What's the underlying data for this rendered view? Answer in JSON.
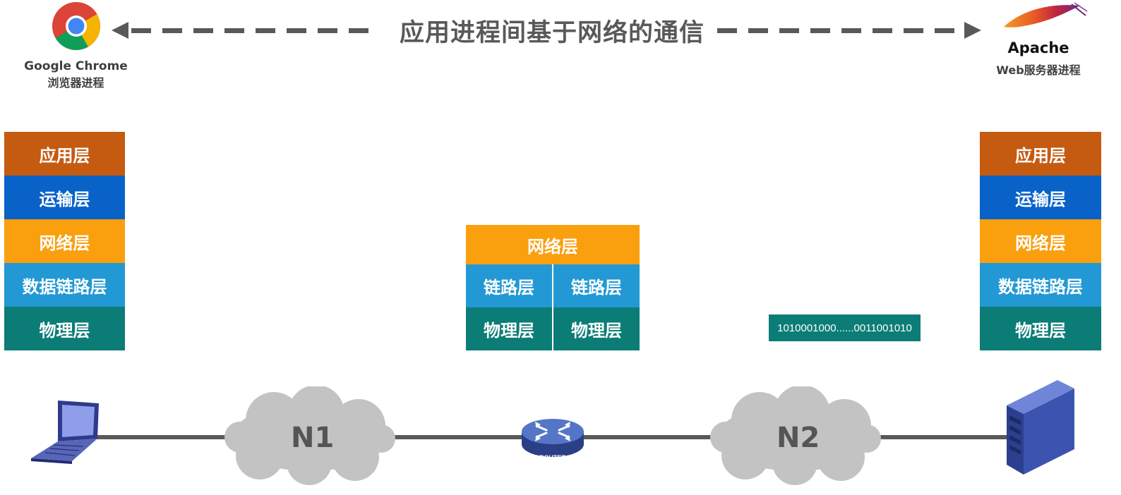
{
  "title": "应用进程间基于网络的通信",
  "client": {
    "name": "Google Chrome",
    "subtitle": "浏览器进程",
    "stack": [
      "应用层",
      "运输层",
      "网络层",
      "数据链路层",
      "物理层"
    ]
  },
  "server": {
    "name": "Apache",
    "subtitle": "Web服务器进程",
    "stack": [
      "应用层",
      "运输层",
      "网络层",
      "数据链路层",
      "物理层"
    ]
  },
  "router": {
    "label": "ROUTER",
    "stack": {
      "network": "网络层",
      "link_left": "链路层",
      "link_right": "链路层",
      "phy_left": "物理层",
      "phy_right": "物理层"
    }
  },
  "bitstream": "1010001000......0011001010",
  "networks": [
    "N1",
    "N2"
  ],
  "colors": {
    "application": "#c55a11",
    "transport": "#0862c8",
    "network": "#fa9f0e",
    "datalink": "#2299d4",
    "physical": "#0b7d76",
    "arrow": "#595959"
  },
  "icons": [
    "chrome-icon",
    "apache-feather-icon",
    "laptop-icon",
    "router-icon",
    "server-icon",
    "cloud-icon"
  ]
}
